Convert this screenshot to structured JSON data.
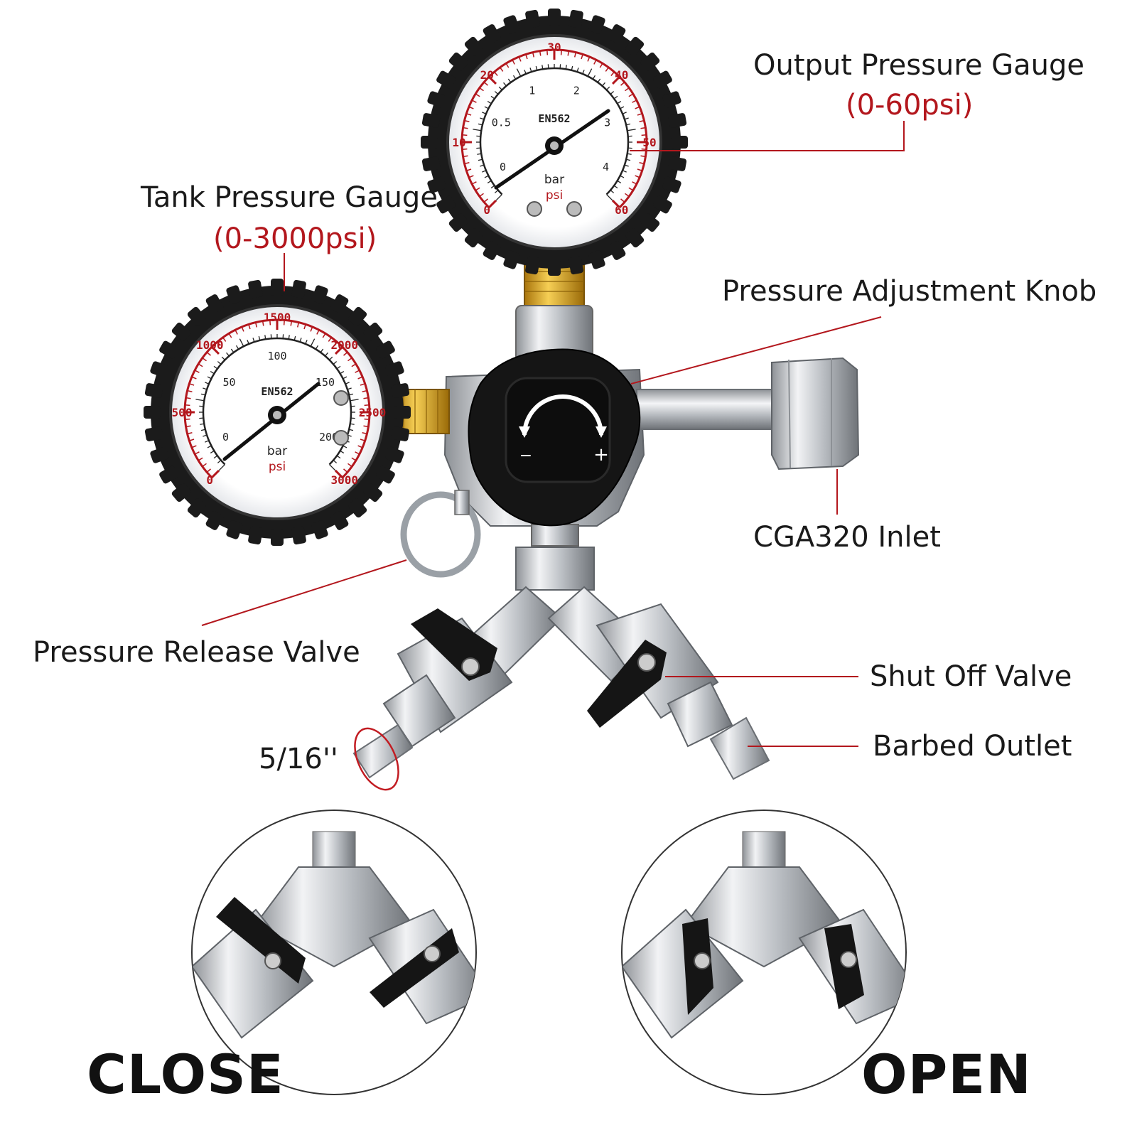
{
  "colors": {
    "callout_line": "#b3171d",
    "accent_red": "#b3171d",
    "gauge_bezel": "#1b1b1b",
    "knob": "#151515",
    "chrome": "#c9ccd0",
    "brass": "#d9a21b"
  },
  "callouts": {
    "output_gauge": {
      "label": "Output Pressure Gauge",
      "range": "(0-60psi)"
    },
    "tank_gauge": {
      "label": "Tank Pressure Gauge",
      "range": "(0-3000psi)"
    },
    "knob": {
      "label": "Pressure Adjustment Knob"
    },
    "inlet": {
      "label": "CGA320 Inlet"
    },
    "release_valve": {
      "label": "Pressure Release Valve"
    },
    "shutoff_valve": {
      "label": "Shut Off Valve"
    },
    "barbed_outlet": {
      "label": "Barbed Outlet"
    },
    "barb_size": {
      "label": "5/16''"
    }
  },
  "output_gauge": {
    "model": "EN562",
    "unit_bar": "bar",
    "unit_psi": "psi",
    "psi_ticks": [
      "0",
      "10",
      "20",
      "30",
      "40",
      "50",
      "60"
    ],
    "bar_ticks": [
      "0",
      "0.5",
      "1",
      "2",
      "3",
      "4"
    ]
  },
  "tank_gauge": {
    "model": "EN562",
    "unit_bar": "bar",
    "unit_psi": "psi",
    "psi_ticks": [
      "0",
      "500",
      "1000",
      "1500",
      "2000",
      "2500",
      "3000"
    ],
    "bar_ticks": [
      "0",
      "50",
      "100",
      "150",
      "200"
    ]
  },
  "knob_icons": {
    "minus": "−",
    "plus": "+",
    "icon": "rotate-arrow-icon"
  },
  "insets": {
    "close_label": "CLOSE",
    "open_label": "OPEN"
  }
}
